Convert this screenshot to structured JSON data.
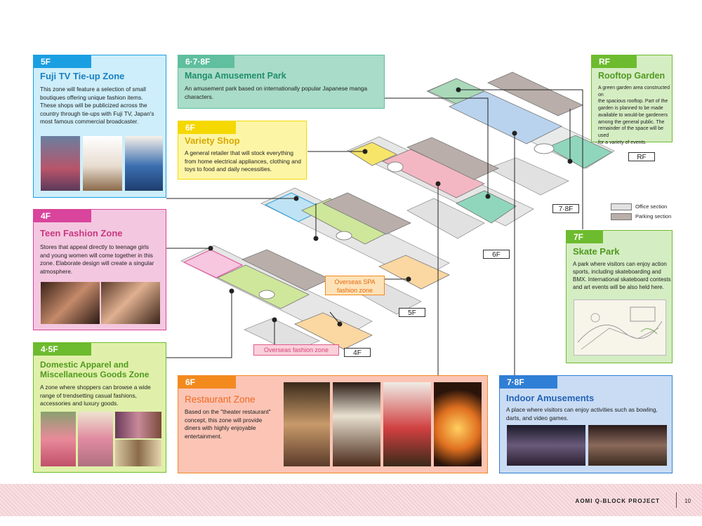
{
  "zones": {
    "fuji": {
      "floor": "5F",
      "title": "Fuji TV Tie-up Zone",
      "desc": [
        "This zone will feature a selection of small",
        "boutiques offering unique fashion items.",
        "These shops will be publicized across the",
        "country through tie-ups with Fuji TV, Japan's",
        "most famous commercial broadcaster."
      ]
    },
    "manga": {
      "floor": "6·7·8F",
      "title": "Manga Amusement Park",
      "desc": [
        "An amusement park based on internationally popular Japanese manga",
        "characters."
      ]
    },
    "variety": {
      "floor": "6F",
      "title": "Variety Shop",
      "desc": [
        "A general retailer that will stock everything",
        "from home electrical appliances, clothing and",
        "toys to food and daily necessities."
      ]
    },
    "rooftop": {
      "floor": "RF",
      "title": "Rooftop Garden",
      "desc": [
        "A green garden area constructed on",
        "the spacious rooftop. Part of the",
        "garden is planned to be made",
        "available to would-be gardeners",
        "among the general public. The",
        "remainder of the space will be used",
        "for a variety of events."
      ]
    },
    "teen": {
      "floor": "4F",
      "title": "Teen Fashion Zone",
      "desc": [
        "Stores that appeal directly to teenage girls",
        "and young women will come together in this",
        "zone. Elaborate design will create a singular",
        "atmosphere."
      ]
    },
    "skate": {
      "floor": "7F",
      "title": "Skate Park",
      "desc": [
        "A park where visitors can enjoy action",
        "sports, including skateboarding and",
        "BMX. International skateboard contests",
        "and art events will be also held here."
      ]
    },
    "domestic": {
      "floor": "4·5F",
      "title": "Domestic Apparel and",
      "title2": "Miscellaneous Goods Zone",
      "desc": [
        "A zone where shoppers can browse a wide",
        "range of trendsetting casual fashions,",
        "accessories and luxury goods."
      ]
    },
    "restaurant": {
      "floor": "6F",
      "title": "Restaurant Zone",
      "desc": [
        "Based on the \"theater restaurant\"",
        "concept, this zone will provide",
        "diners with highly enjoyable",
        "entertainment."
      ]
    },
    "indoor": {
      "floor": "7·8F",
      "title": "Indoor Amusements",
      "desc": [
        "A place where visitors can enjoy activities such as bowling,",
        "darts, and video games."
      ]
    }
  },
  "floor_labels": {
    "rf": "RF",
    "f78": "7·8F",
    "f6": "6F",
    "f5": "5F",
    "f4": "4F"
  },
  "callouts": {
    "spa": "Overseas SPA\nfashion zone",
    "spa1": "Overseas SPA",
    "spa2": "fashion zone",
    "overseas": "Overseas fashion zone"
  },
  "legend": {
    "office": "Office section",
    "parking": "Parking section"
  },
  "footer": {
    "project": "AOMI Q-BLOCK PROJECT",
    "page": "10"
  },
  "colors": {
    "blue": "#1a9fe3",
    "teal": "#5fbf9f",
    "yellow": "#f5d800",
    "green": "#6dbb2e",
    "magenta": "#d9449c",
    "orange": "#f28a1e",
    "deepblue": "#2f7fd6"
  }
}
